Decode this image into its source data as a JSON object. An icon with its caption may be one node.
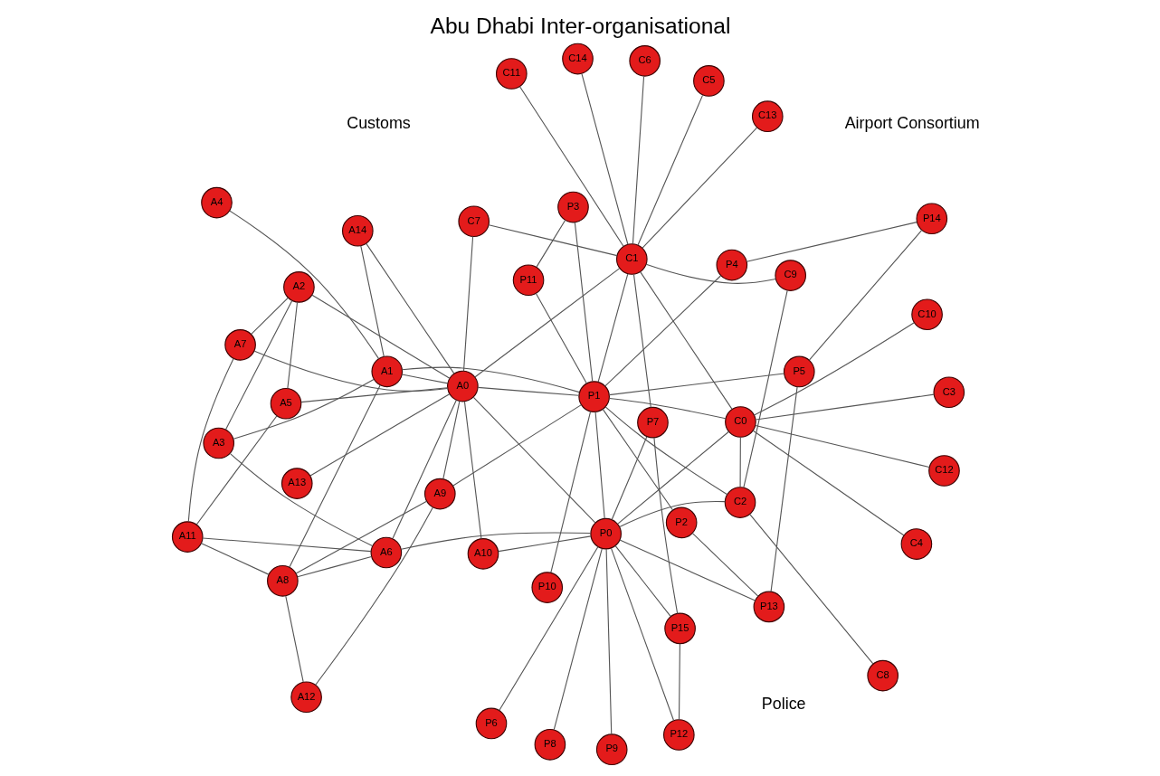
{
  "diagram": {
    "title": "Abu Dhabi Inter-organisational",
    "nodes": [
      {
        "text": [
          "P0"
        ]
      },
      {
        "text": [
          "P1"
        ]
      },
      {
        "text": [
          "P2"
        ]
      },
      {
        "text": [
          "P3"
        ]
      },
      {
        "text": [
          "P4"
        ]
      },
      {
        "text": [
          "P5"
        ]
      },
      {
        "text": [
          "P6"
        ]
      },
      {
        "text": [
          "P7"
        ]
      },
      {
        "text": [
          "P8"
        ]
      },
      {
        "text": [
          "P9"
        ]
      },
      {
        "text": [
          "P10"
        ]
      },
      {
        "text": [
          "P11"
        ]
      },
      {
        "text": [
          "P12"
        ]
      },
      {
        "text": [
          "P13"
        ]
      },
      {
        "text": [
          "P14"
        ]
      },
      {
        "text": [
          "P15"
        ]
      },
      {
        "text": [
          "A0"
        ]
      },
      {
        "text": [
          "A1"
        ]
      },
      {
        "text": [
          "A2"
        ]
      },
      {
        "text": [
          "A3"
        ]
      },
      {
        "text": [
          "A4"
        ]
      },
      {
        "text": [
          "A5"
        ]
      },
      {
        "text": [
          "A6"
        ]
      },
      {
        "text": [
          "A7"
        ]
      },
      {
        "text": [
          "A8"
        ]
      },
      {
        "text": [
          "A9"
        ]
      },
      {
        "text": [
          "A10"
        ]
      },
      {
        "text": [
          "A11"
        ]
      },
      {
        "text": [
          "A12"
        ]
      },
      {
        "text": [
          "A13"
        ]
      },
      {
        "text": [
          "A14"
        ]
      },
      {
        "text": [
          "C0"
        ]
      },
      {
        "text": [
          "C1"
        ]
      },
      {
        "text": [
          "C2"
        ]
      },
      {
        "text": [
          "C3"
        ]
      },
      {
        "text": [
          "C4"
        ]
      },
      {
        "text": [
          "C5"
        ]
      },
      {
        "text": [
          "C6"
        ]
      },
      {
        "text": [
          "C7"
        ]
      },
      {
        "text": [
          "C8"
        ]
      },
      {
        "text": [
          "C9"
        ]
      },
      {
        "text": [
          "C10"
        ]
      },
      {
        "text": [
          "C11"
        ]
      },
      {
        "text": [
          "C12"
        ]
      },
      {
        "text": [
          "C13"
        ]
      },
      {
        "text": [
          "C14"
        ]
      }
    ],
    "edges": [
      {
        "from": 14,
        "to": 5,
        "arrow": "none"
      },
      {
        "from": 5,
        "to": 13,
        "arrow": "none"
      },
      {
        "from": 14,
        "to": 4,
        "arrow": "none"
      },
      {
        "from": 5,
        "to": 1,
        "arrow": "none"
      },
      {
        "from": 10,
        "to": 1,
        "arrow": "none"
      },
      {
        "from": 2,
        "to": 1,
        "arrow": "none"
      },
      {
        "from": 2,
        "to": 13,
        "arrow": "none"
      },
      {
        "from": 4,
        "to": 1,
        "arrow": "none"
      },
      {
        "from": 3,
        "to": 1,
        "arrow": "none"
      },
      {
        "from": 3,
        "to": 11,
        "arrow": "none"
      },
      {
        "from": 11,
        "to": 1,
        "arrow": "none"
      },
      {
        "from": 1,
        "to": 25,
        "arrow": "none"
      },
      {
        "from": 1,
        "to": 17,
        "arrow": "none"
      },
      {
        "from": 1,
        "to": 16,
        "arrow": "none"
      },
      {
        "from": 1,
        "to": 0,
        "arrow": "none"
      },
      {
        "from": 13,
        "to": 0,
        "arrow": "none"
      },
      {
        "from": 8,
        "to": 0,
        "arrow": "none"
      },
      {
        "from": 0,
        "to": 26,
        "arrow": "none"
      },
      {
        "from": 0,
        "to": 16,
        "arrow": "none"
      },
      {
        "from": 0,
        "to": 22,
        "arrow": "none"
      },
      {
        "from": 26,
        "to": 16,
        "arrow": "none"
      },
      {
        "from": 0,
        "to": 9,
        "arrow": "none"
      },
      {
        "from": 0,
        "to": 6,
        "arrow": "none"
      },
      {
        "from": 0,
        "to": 12,
        "arrow": "none"
      },
      {
        "from": 0,
        "to": 15,
        "arrow": "none"
      },
      {
        "from": 0,
        "to": 7,
        "arrow": "none"
      },
      {
        "from": 12,
        "to": 15,
        "arrow": "none"
      },
      {
        "from": 7,
        "to": 15,
        "arrow": "none"
      },
      {
        "from": 7,
        "to": 32,
        "arrow": "none"
      },
      {
        "from": 1,
        "to": 31,
        "arrow": "none"
      },
      {
        "from": 1,
        "to": 33,
        "arrow": "none"
      },
      {
        "from": 1,
        "to": 32,
        "arrow": "none"
      },
      {
        "from": 0,
        "to": 31,
        "arrow": "none"
      },
      {
        "from": 0,
        "to": 33,
        "arrow": "none"
      },
      {
        "from": 16,
        "to": 32,
        "arrow": "none"
      },
      {
        "from": 16,
        "to": 38,
        "arrow": "none"
      },
      {
        "from": 28,
        "to": 25,
        "arrow": "none"
      },
      {
        "from": 28,
        "to": 24,
        "arrow": "none"
      },
      {
        "from": 24,
        "to": 25,
        "arrow": "none"
      },
      {
        "from": 25,
        "to": 16,
        "arrow": "none"
      },
      {
        "from": 24,
        "to": 17,
        "arrow": "none"
      },
      {
        "from": 24,
        "to": 22,
        "arrow": "none"
      },
      {
        "from": 24,
        "to": 27,
        "arrow": "none"
      },
      {
        "from": 30,
        "to": 17,
        "arrow": "none"
      },
      {
        "from": 30,
        "to": 16,
        "arrow": "none"
      },
      {
        "from": 20,
        "to": 17,
        "arrow": "none"
      },
      {
        "from": 17,
        "to": 16,
        "arrow": "none"
      },
      {
        "from": 17,
        "to": 19,
        "arrow": "none"
      },
      {
        "from": 27,
        "to": 22,
        "arrow": "none"
      },
      {
        "from": 27,
        "to": 23,
        "arrow": "none"
      },
      {
        "from": 27,
        "to": 21,
        "arrow": "none"
      },
      {
        "from": 16,
        "to": 22,
        "arrow": "none"
      },
      {
        "from": 22,
        "to": 19,
        "arrow": "none"
      },
      {
        "from": 16,
        "to": 29,
        "arrow": "none"
      },
      {
        "from": 16,
        "to": 21,
        "arrow": "none"
      },
      {
        "from": 16,
        "to": 18,
        "arrow": "none"
      },
      {
        "from": 16,
        "to": 23,
        "arrow": "none"
      },
      {
        "from": 21,
        "to": 18,
        "arrow": "none"
      },
      {
        "from": 23,
        "to": 18,
        "arrow": "none"
      },
      {
        "from": 18,
        "to": 19,
        "arrow": "none"
      },
      {
        "from": 39,
        "to": 33,
        "arrow": "none"
      },
      {
        "from": 33,
        "to": 31,
        "arrow": "none"
      },
      {
        "from": 33,
        "to": 40,
        "arrow": "none"
      },
      {
        "from": 31,
        "to": 32,
        "arrow": "none"
      },
      {
        "from": 31,
        "to": 35,
        "arrow": "none"
      },
      {
        "from": 31,
        "to": 41,
        "arrow": "none"
      },
      {
        "from": 31,
        "to": 43,
        "arrow": "none"
      },
      {
        "from": 31,
        "to": 34,
        "arrow": "none"
      },
      {
        "from": 32,
        "to": 40,
        "arrow": "none"
      },
      {
        "from": 32,
        "to": 38,
        "arrow": "none"
      },
      {
        "from": 32,
        "to": 36,
        "arrow": "none"
      },
      {
        "from": 32,
        "to": 42,
        "arrow": "none"
      },
      {
        "from": 32,
        "to": 44,
        "arrow": "none"
      },
      {
        "from": 32,
        "to": 37,
        "arrow": "none"
      },
      {
        "from": 32,
        "to": 45,
        "arrow": "none"
      }
    ],
    "labels": [
      "Airport Consortium",
      "Police",
      "Customs"
    ]
  }
}
